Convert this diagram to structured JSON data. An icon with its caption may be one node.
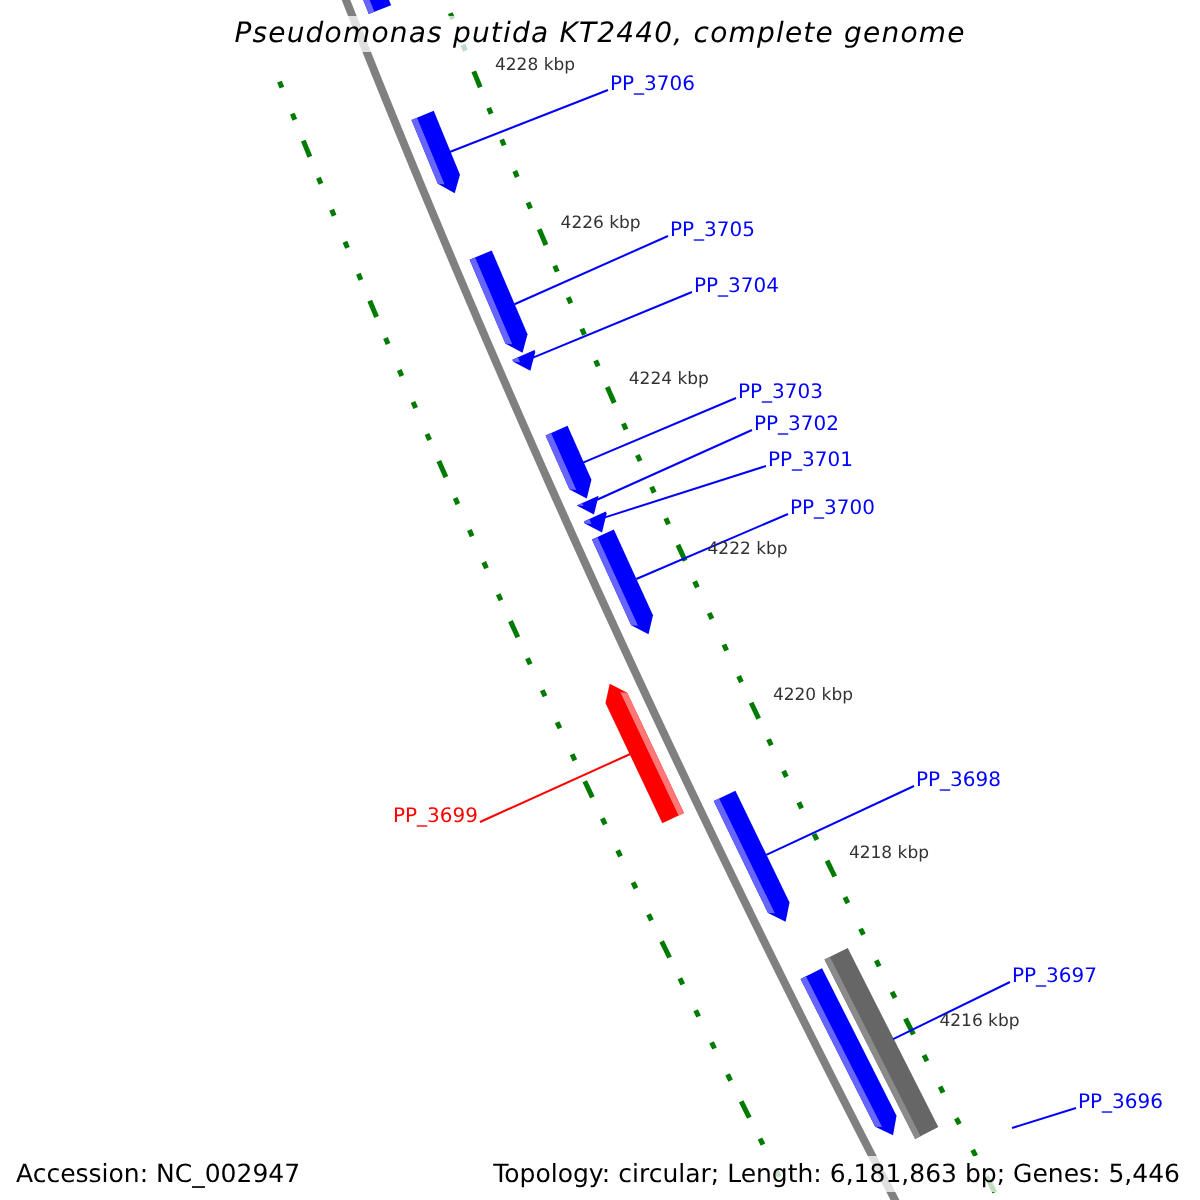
{
  "diagram": {
    "title": "Pseudomonas putida KT2440, complete genome",
    "nodes": [
      {
        "text": [],
        "shape": "bar"
      },
      {
        "text": [
          "PP_3706"
        ]
      },
      {
        "text": [],
        "shape": "arrow"
      },
      {
        "text": [
          "PP_3705"
        ]
      },
      {
        "text": [],
        "shape": "arrow"
      },
      {
        "text": [
          "PP_3704"
        ]
      },
      {
        "text": [],
        "shape": "arrow"
      },
      {
        "text": [
          "PP_3703"
        ]
      },
      {
        "text": [],
        "shape": "arrow"
      },
      {
        "text": [
          "PP_3702"
        ]
      },
      {
        "text": [],
        "shape": "arrow"
      },
      {
        "text": [
          "PP_3701"
        ]
      },
      {
        "text": [],
        "shape": "arrow"
      },
      {
        "text": [
          "PP_3700"
        ]
      },
      {
        "text": [],
        "shape": "arrow"
      },
      {
        "text": [
          "PP_3699"
        ]
      },
      {
        "text": [],
        "shape": "arrow"
      },
      {
        "text": [
          "PP_3698"
        ]
      },
      {
        "text": [],
        "shape": "arrow"
      },
      {
        "text": [
          "PP_3697"
        ]
      },
      {
        "text": [],
        "shape": "bar"
      },
      {
        "text": [],
        "shape": "arrow"
      },
      {
        "text": [
          "PP_3696"
        ]
      }
    ],
    "edges": [
      {
        "from": 1,
        "to": 2,
        "arrow": "none"
      },
      {
        "from": 3,
        "to": 4,
        "arrow": "none"
      },
      {
        "from": 5,
        "to": 6,
        "arrow": "none"
      },
      {
        "from": 7,
        "to": 8,
        "arrow": "none"
      },
      {
        "from": 9,
        "to": 10,
        "arrow": "none"
      },
      {
        "from": 11,
        "to": 12,
        "arrow": "none"
      },
      {
        "from": 13,
        "to": 14,
        "arrow": "none"
      },
      {
        "from": 15,
        "to": 16,
        "arrow": "none",
        "color": "#ff0000"
      },
      {
        "from": 17,
        "to": 18,
        "arrow": "none"
      },
      {
        "from": 19,
        "to": 20,
        "arrow": "none"
      },
      {
        "from": 22,
        "to": null,
        "arrow": "none"
      }
    ],
    "labels": [
      "4228 kbp",
      "4226 kbp",
      "4224 kbp",
      "4222 kbp",
      "4220 kbp",
      "4218 kbp",
      "4216 kbp",
      "Accession: NC_002947",
      "Topology: circular; Length: 6,181,863 bp; Genes: 5,446"
    ]
  }
}
